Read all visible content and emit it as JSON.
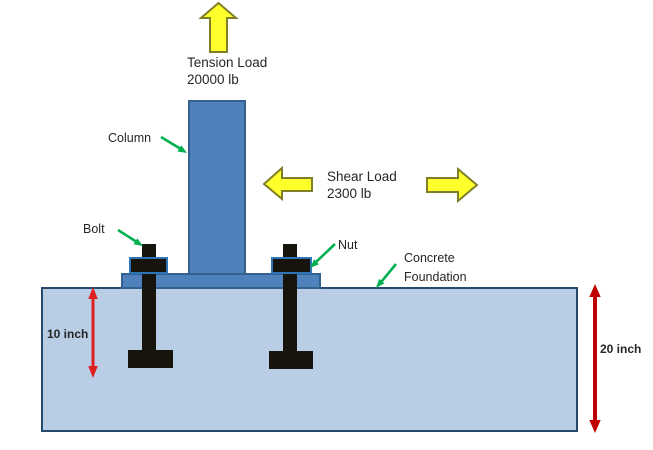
{
  "diagram": {
    "loads": {
      "tension": {
        "label": "Tension Load",
        "value": "20000 lb"
      },
      "shear": {
        "label": "Shear Load",
        "value": "2300 lb"
      }
    },
    "annotations": {
      "column": "Column",
      "bolt": "Bolt",
      "nut": "Nut",
      "foundation_line1": "Concrete",
      "foundation_line2": "Foundation"
    },
    "dimensions": {
      "bolt_embedment": "10 inch",
      "foundation_depth": "20 inch"
    }
  },
  "colors": {
    "steel-fill": "#4f81bd",
    "steel-border": "#36618e",
    "concrete-fill": "#b9cde5",
    "concrete-border": "#254a6b",
    "load-arrow-fill": "#ffff2b",
    "load-arrow-border": "#7f7f28",
    "pointer-green": "#00b050",
    "dimension-red": "#e02020",
    "dimension-dark-red": "#c00000",
    "hardware-black": "#17140d",
    "nut-outline-blue": "#2e75b6",
    "text-color": "#262626"
  }
}
